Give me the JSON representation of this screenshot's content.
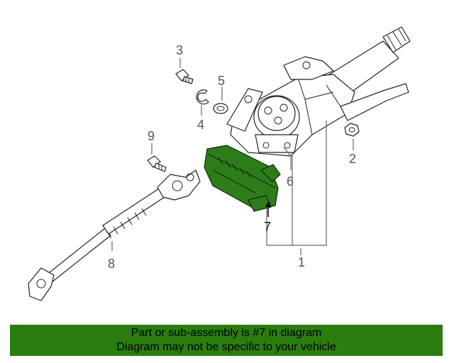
{
  "callouts": [
    "1",
    "2",
    "3",
    "4",
    "5",
    "6",
    "7",
    "8",
    "9"
  ],
  "highlight_color": "#2b7d10",
  "banner": {
    "line1": "Part or sub-assembly is #7 in diagram",
    "line2": "Diagram may not be specific to your vehicle"
  }
}
